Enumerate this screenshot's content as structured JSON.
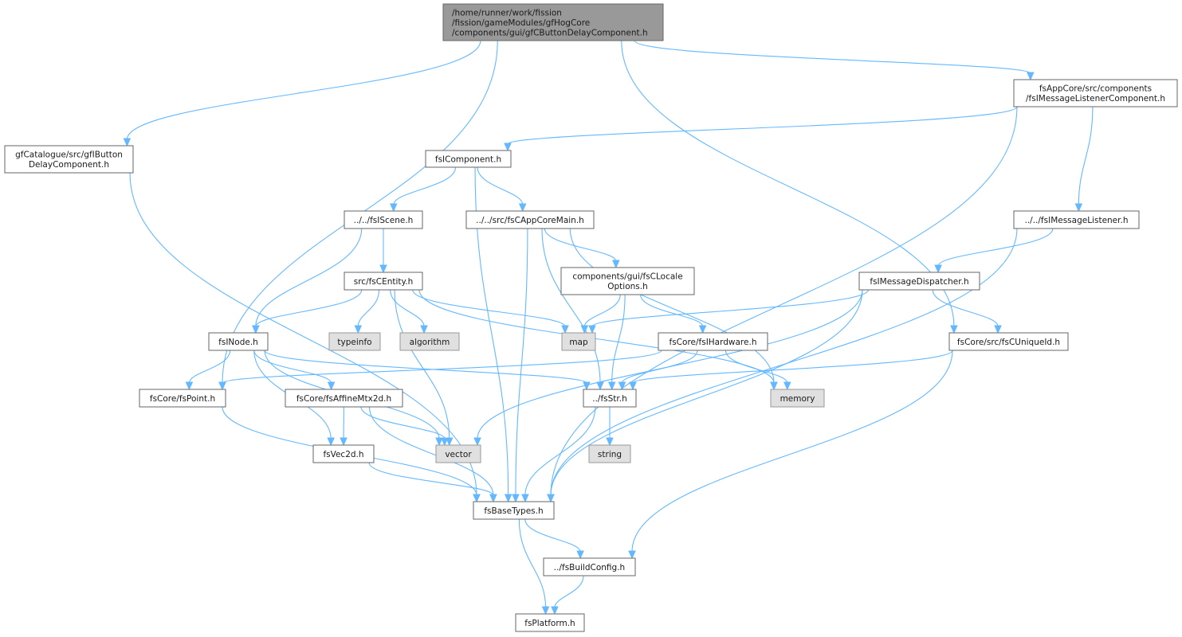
{
  "nodes": [
    {
      "id": "root",
      "kind": "root",
      "lines": [
        "/home/runner/work/fission",
        "/fission/gameModules/gfHogCore",
        "/components/gui/gfCButtonDelayComponent.h"
      ]
    },
    {
      "id": "gfi",
      "kind": "normal",
      "lines": [
        "gfCatalogue/src/gfIButton",
        "DelayComponent.h"
      ]
    },
    {
      "id": "mlc",
      "kind": "normal",
      "lines": [
        "fsAppCore/src/components",
        "/fsIMessageListenerComponent.h"
      ]
    },
    {
      "id": "icomp",
      "kind": "normal",
      "lines": [
        "fsIComponent.h"
      ]
    },
    {
      "id": "iscene",
      "kind": "normal",
      "lines": [
        "../../fsIScene.h"
      ]
    },
    {
      "id": "appmain",
      "kind": "normal",
      "lines": [
        "../../src/fsCAppCoreMain.h"
      ]
    },
    {
      "id": "imsgl",
      "kind": "normal",
      "lines": [
        "../../fsIMessageListener.h"
      ]
    },
    {
      "id": "centity",
      "kind": "normal",
      "lines": [
        "src/fsCEntity.h"
      ]
    },
    {
      "id": "locale",
      "kind": "normal",
      "lines": [
        "components/gui/fsCLocale",
        "Options.h"
      ]
    },
    {
      "id": "msgdisp",
      "kind": "normal",
      "lines": [
        "fsIMessageDispatcher.h"
      ]
    },
    {
      "id": "inode",
      "kind": "normal",
      "lines": [
        "fsINode.h"
      ]
    },
    {
      "id": "typeinfo",
      "kind": "sys",
      "lines": [
        "typeinfo"
      ]
    },
    {
      "id": "algorithm",
      "kind": "sys",
      "lines": [
        "algorithm"
      ]
    },
    {
      "id": "map",
      "kind": "sys",
      "lines": [
        "map"
      ]
    },
    {
      "id": "ihw",
      "kind": "normal",
      "lines": [
        "fsCore/fsIHardware.h"
      ]
    },
    {
      "id": "uid",
      "kind": "normal",
      "lines": [
        "fsCore/src/fsCUniqueId.h"
      ]
    },
    {
      "id": "point",
      "kind": "normal",
      "lines": [
        "fsCore/fsPoint.h"
      ]
    },
    {
      "id": "affine",
      "kind": "normal",
      "lines": [
        "fsCore/fsAffineMtx2d.h"
      ]
    },
    {
      "id": "fsstr",
      "kind": "normal",
      "lines": [
        "../fsStr.h"
      ]
    },
    {
      "id": "memory",
      "kind": "sys",
      "lines": [
        "memory"
      ]
    },
    {
      "id": "vec2d",
      "kind": "normal",
      "lines": [
        "fsVec2d.h"
      ]
    },
    {
      "id": "vector",
      "kind": "sys",
      "lines": [
        "vector"
      ]
    },
    {
      "id": "string",
      "kind": "sys",
      "lines": [
        "string"
      ]
    },
    {
      "id": "basetypes",
      "kind": "normal",
      "lines": [
        "fsBaseTypes.h"
      ]
    },
    {
      "id": "buildcfg",
      "kind": "normal",
      "lines": [
        "../fsBuildConfig.h"
      ]
    },
    {
      "id": "platform",
      "kind": "normal",
      "lines": [
        "fsPlatform.h"
      ]
    }
  ],
  "edges": [
    [
      "root",
      "gfi"
    ],
    [
      "root",
      "point"
    ],
    [
      "root",
      "uid"
    ],
    [
      "root",
      "mlc"
    ],
    [
      "gfi",
      "basetypes"
    ],
    [
      "mlc",
      "icomp"
    ],
    [
      "mlc",
      "imsgl"
    ],
    [
      "mlc",
      "basetypes"
    ],
    [
      "icomp",
      "iscene"
    ],
    [
      "icomp",
      "appmain"
    ],
    [
      "icomp",
      "basetypes"
    ],
    [
      "iscene",
      "centity"
    ],
    [
      "iscene",
      "inode"
    ],
    [
      "appmain",
      "locale"
    ],
    [
      "appmain",
      "memory"
    ],
    [
      "appmain",
      "fsstr"
    ],
    [
      "appmain",
      "basetypes"
    ],
    [
      "imsgl",
      "msgdisp"
    ],
    [
      "imsgl",
      "basetypes"
    ],
    [
      "centity",
      "inode"
    ],
    [
      "centity",
      "typeinfo"
    ],
    [
      "centity",
      "algorithm"
    ],
    [
      "centity",
      "map"
    ],
    [
      "centity",
      "memory"
    ],
    [
      "centity",
      "vector"
    ],
    [
      "locale",
      "map"
    ],
    [
      "locale",
      "ihw"
    ],
    [
      "locale",
      "fsstr"
    ],
    [
      "msgdisp",
      "map"
    ],
    [
      "msgdisp",
      "uid"
    ],
    [
      "msgdisp",
      "vector"
    ],
    [
      "msgdisp",
      "basetypes"
    ],
    [
      "inode",
      "point"
    ],
    [
      "inode",
      "affine"
    ],
    [
      "inode",
      "vec2d"
    ],
    [
      "inode",
      "vector"
    ],
    [
      "inode",
      "fsstr"
    ],
    [
      "ihw",
      "point"
    ],
    [
      "ihw",
      "fsstr"
    ],
    [
      "ihw",
      "memory"
    ],
    [
      "uid",
      "fsstr"
    ],
    [
      "uid",
      "buildcfg"
    ],
    [
      "point",
      "basetypes"
    ],
    [
      "affine",
      "vec2d"
    ],
    [
      "affine",
      "vector"
    ],
    [
      "affine",
      "basetypes"
    ],
    [
      "fsstr",
      "string"
    ],
    [
      "fsstr",
      "basetypes"
    ],
    [
      "vec2d",
      "basetypes"
    ],
    [
      "basetypes",
      "buildcfg"
    ],
    [
      "basetypes",
      "platform"
    ],
    [
      "buildcfg",
      "platform"
    ]
  ]
}
